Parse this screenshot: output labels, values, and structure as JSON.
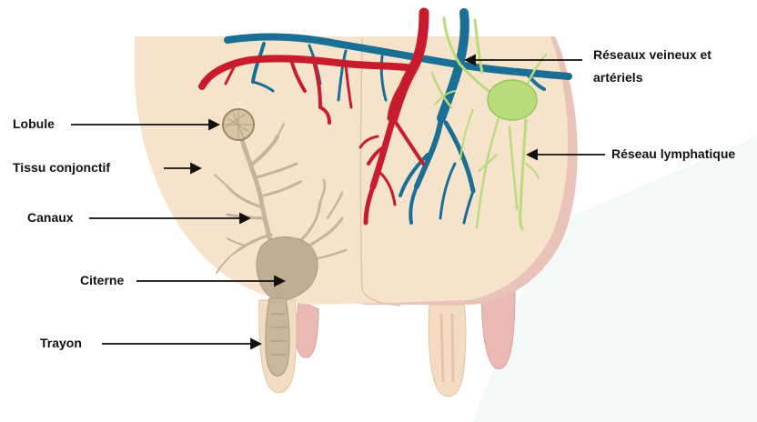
{
  "labels": {
    "lobule": "Lobule",
    "tissu": "Tissu conjonctif",
    "canaux": "Canaux",
    "citerne": "Citerne",
    "trayon": "Trayon",
    "reseaux_line1": "Réseaux veineux et",
    "reseaux_line2": "artériels",
    "lymph": "Réseau lymphatique"
  },
  "colors": {
    "skin": "#f6e3cb",
    "skin_shadow": "#e7c8b7",
    "teat_back": "#eab9b3",
    "artery": "#c81c2c",
    "vein": "#1a6f95",
    "lymph": "#b9dc7a",
    "duct": "#c3b4a0",
    "arrow": "#111111"
  }
}
